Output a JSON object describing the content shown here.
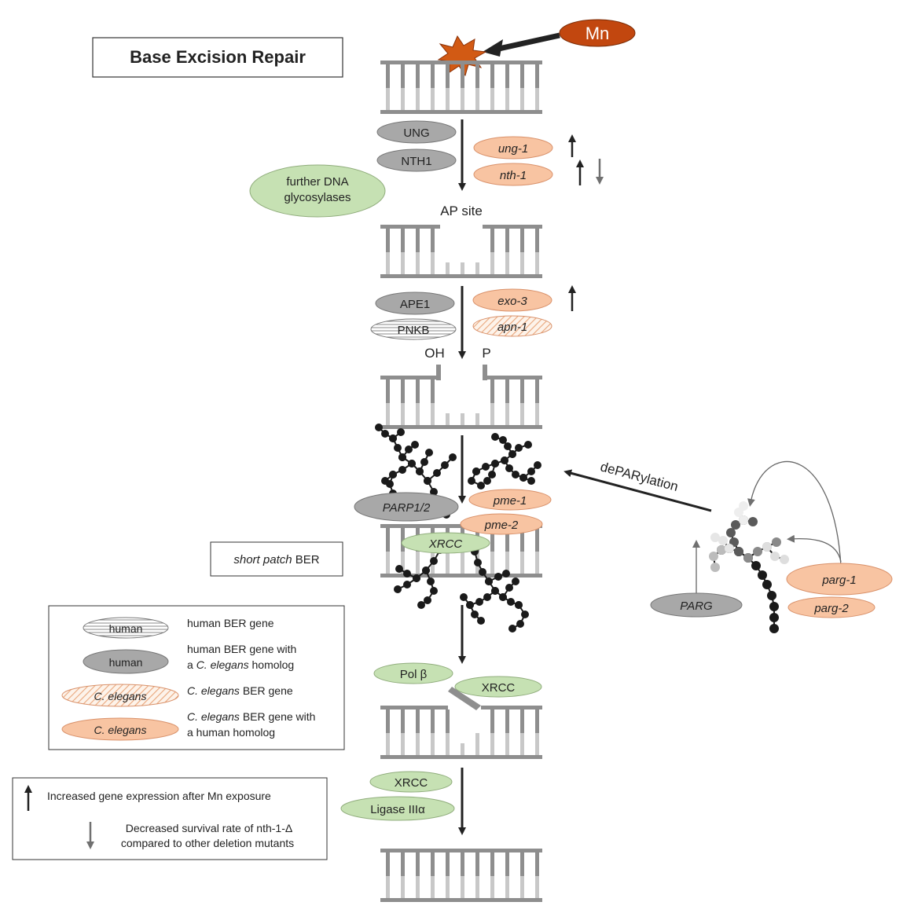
{
  "title": "Base Excision Repair",
  "mn": "Mn",
  "labels": {
    "ap_site": "AP site",
    "oh": "OH",
    "p": "P",
    "deparylation": "dePARylation"
  },
  "short_patch": {
    "italic": "short patch",
    "rest": " BER"
  },
  "step1": {
    "human": [
      "UNG",
      "NTH1"
    ],
    "glyco": [
      "further DNA",
      "glycosylases"
    ],
    "worm": [
      "ung-1",
      "nth-1"
    ]
  },
  "step2": {
    "human": [
      "APE1",
      "PNKB"
    ],
    "worm": [
      "exo-3",
      "apn-1"
    ]
  },
  "step3": {
    "human": "PARP1/2",
    "worm": [
      "pme-1",
      "pme-2"
    ],
    "xrcc": "XRCC"
  },
  "parg": {
    "human": "PARG",
    "worm": [
      "parg-1",
      "parg-2"
    ]
  },
  "step4": {
    "polb": "Pol β",
    "xrcc": "XRCC"
  },
  "step5": {
    "xrcc": "XRCC",
    "ligase": "Ligase IIIα"
  },
  "legend": {
    "human_tag": "human",
    "elegans_tag": "C. elegans",
    "row1": "human BER gene",
    "row2_a": "human BER gene with",
    "row2_b_pre": "a ",
    "row2_b_it": "C. elegans",
    "row2_b_post": " homolog",
    "row3_it": "C. elegans",
    "row3_rest": " BER gene",
    "row4_a_it": "C. elegans",
    "row4_a_rest": " BER gene with",
    "row4_b": "a human homolog"
  },
  "key": {
    "up": "Increased gene expression after Mn exposure",
    "down_1": "Decreased survival rate of nth-1-Δ",
    "down_2": "compared to other deletion mutants"
  },
  "colors": {
    "human_gray": "#a8a8a8",
    "worm_orange": "#f8c4a2",
    "green": "#c6e1b3",
    "mn": "#c2470f",
    "dna": "#8e8e8e",
    "dna_light": "#c8c8c8"
  }
}
